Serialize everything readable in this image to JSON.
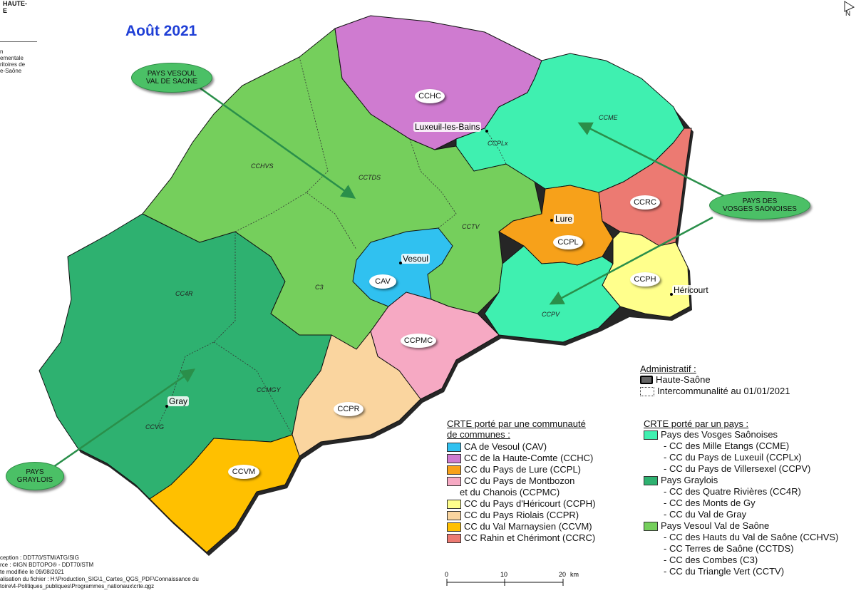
{
  "header": {
    "logo_line1": "HAUTE-",
    "logo_line2": "E",
    "logo_sub1": "n",
    "logo_sub2": "ementale",
    "logo_sub3": "ritoires de",
    "logo_sub4": "e-Saône",
    "date_title": "Août 2021",
    "north_label": "N"
  },
  "map": {
    "colors": {
      "cchc": "#cf7bd0",
      "ccme": "#3ff0b0",
      "ccrc": "#ec7a72",
      "ccpl": "#f7a11a",
      "ccph": "#ffff8c",
      "cav": "#30c1f0",
      "ccpmc": "#f6a9c3",
      "ccpr": "#fad59f",
      "ccvm": "#ffc000",
      "vesoul_val": "#75cf5c",
      "graylois": "#2eb170"
    },
    "pays_labels": [
      {
        "line1": "PAYS VESOUL",
        "line2": "VAL DE SAONE"
      },
      {
        "line1": "PAYS DES",
        "line2": "VOSGES SAONOISES"
      },
      {
        "line1": "PAYS",
        "line2": "GRAYLOIS"
      }
    ],
    "badges": [
      "CCHC",
      "CCRC",
      "CCPL",
      "CCPH",
      "CAV",
      "CCPMC",
      "CCPR",
      "CCVM"
    ],
    "cities": [
      "Luxeuil-les-Bains",
      "Lure",
      "Vesoul",
      "Héricourt",
      "Gray"
    ],
    "intercom_labels": [
      "CCME",
      "CCPLx",
      "CCHVS",
      "CCTDS",
      "CCTV",
      "C3",
      "CC4R",
      "CCMGY",
      "CCVG",
      "CCPV"
    ]
  },
  "legend": {
    "admin_title": "Administratif :",
    "admin_items": [
      "Haute-Saône",
      "Intercommunalité au 01/01/2021"
    ],
    "cc_title_1": "CRTE porté par une communauté",
    "cc_title_2": "de communes :",
    "cc_items": [
      "CA de Vesoul (CAV)",
      "CC de la Haute-Comte (CCHC)",
      "CC du Pays de Lure (CCPL)",
      "CC du Pays de Montbozon",
      "et du Chanois (CCPMC)",
      "CC du Pays d'Héricourt (CCPH)",
      "CC du Pays Riolais (CCPR)",
      "CC du Val Marnaysien (CCVM)",
      "CC Rahin et Chérimont (CCRC)"
    ],
    "pays_title": "CRTE porté par un pays :",
    "pays_groups": [
      {
        "name": "Pays des Vosges Saônoises",
        "members": [
          "- CC des Mille Etangs (CCME)",
          "- CC du Pays de Luxeuil (CCPLx)",
          "- CC du Pays de Villersexel (CCPV)"
        ]
      },
      {
        "name": "Pays Graylois",
        "members": [
          "- CC des Quatre Rivières (CC4R)",
          "- CC des Monts de Gy",
          "- CC du Val de Gray"
        ]
      },
      {
        "name": "Pays Vesoul Val de Saône",
        "members": [
          "- CC des Hauts du Val de Saône (CCHVS)",
          "- CC Terres de Saône (CCTDS)",
          "- CC des Combes (C3)",
          "- CC du Triangle Vert (CCTV)"
        ]
      }
    ]
  },
  "scale": {
    "ticks": [
      "0",
      "10",
      "20"
    ],
    "unit": "km"
  },
  "credits": [
    "ception : DDT70/STM/ATG/SIG",
    "rce : ©IGN BDTOPO® - DDT70/STM",
    "te modifiée le 09/08/2021",
    "alisation du fichier : H:\\Production_SIG\\1_Cartes_QGS_PDF\\Connaissance du",
    "toire\\4-Politiques_publiques\\Programmes_nationaux\\crte.qgz"
  ]
}
